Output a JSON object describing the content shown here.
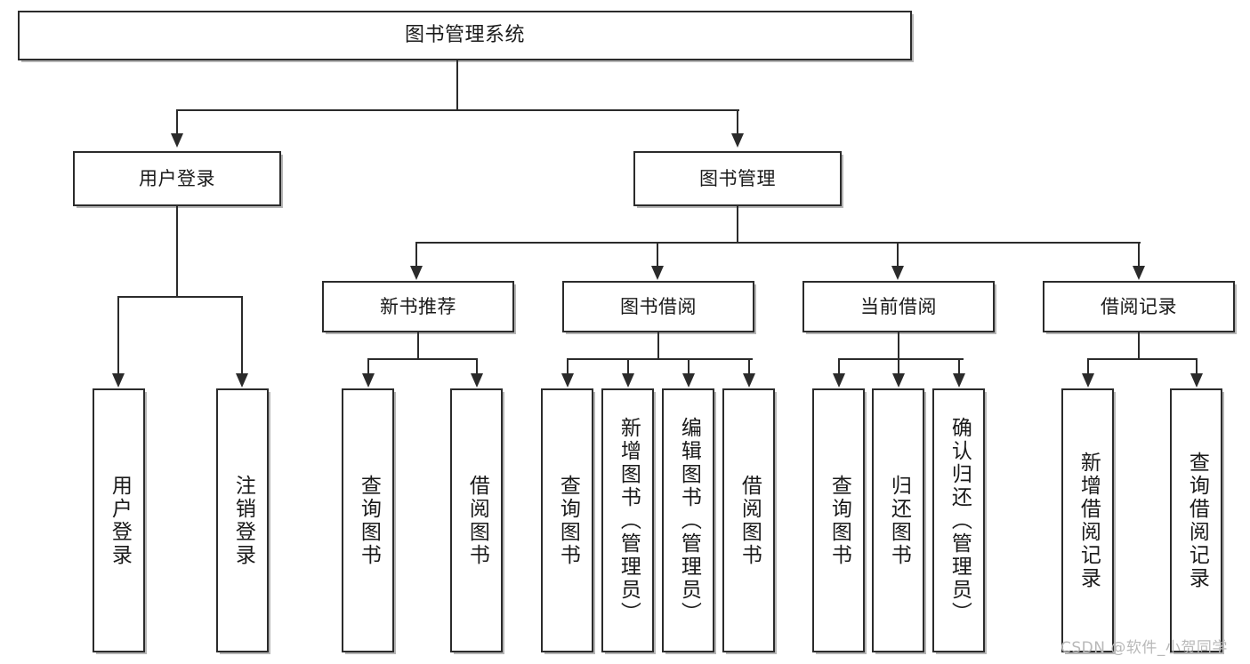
{
  "diagram": {
    "title": "图书管理系统",
    "watermark": "CSDN @软件_小贺同学",
    "colors": {
      "box_border": "#2b2b2b",
      "box_fill": "#ffffff",
      "line": "#2b2b2b",
      "text": "#1a1a1a",
      "watermark": "#b9b9b9",
      "background": "#ffffff"
    },
    "nodes": {
      "root": "图书管理系统",
      "level2": {
        "user_login": "用户登录",
        "book_manage": "图书管理"
      },
      "level3": {
        "new_book_recommend": "新书推荐",
        "book_borrow": "图书借阅",
        "current_borrow": "当前借阅",
        "borrow_record": "借阅记录"
      },
      "leaves": {
        "user_login_1": "用户登录",
        "user_login_2": "注销登录",
        "recommend_1": "查询图书",
        "recommend_2": "借阅图书",
        "borrow_1": "查询图书",
        "borrow_2": "新增图书（管理员）",
        "borrow_3": "编辑图书（管理员）",
        "borrow_4": "借阅图书",
        "current_1": "查询图书",
        "current_2": "归还图书",
        "current_3": "确认归还（管理员）",
        "record_1": "新增借阅记录",
        "record_2": "查询借阅记录"
      }
    }
  }
}
